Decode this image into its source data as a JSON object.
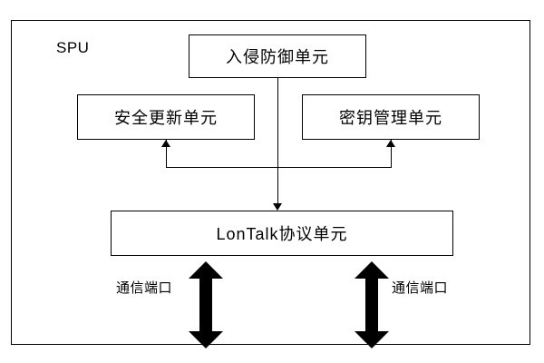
{
  "diagram": {
    "title": "SPU",
    "frame_label": "SPU",
    "nodes": [
      {
        "id": "ips",
        "label": "入侵防御单元"
      },
      {
        "id": "secupdate",
        "label": "安全更新单元"
      },
      {
        "id": "keymgmt",
        "label": "密钥管理单元"
      },
      {
        "id": "lontalk",
        "label": "LonTalk协议单元"
      }
    ],
    "ports": [
      {
        "id": "port-left",
        "label": "通信端口"
      },
      {
        "id": "port-right",
        "label": "通信端口"
      }
    ],
    "colors": {
      "stroke": "#000000",
      "fill": "#ffffff",
      "text": "#000000"
    }
  }
}
